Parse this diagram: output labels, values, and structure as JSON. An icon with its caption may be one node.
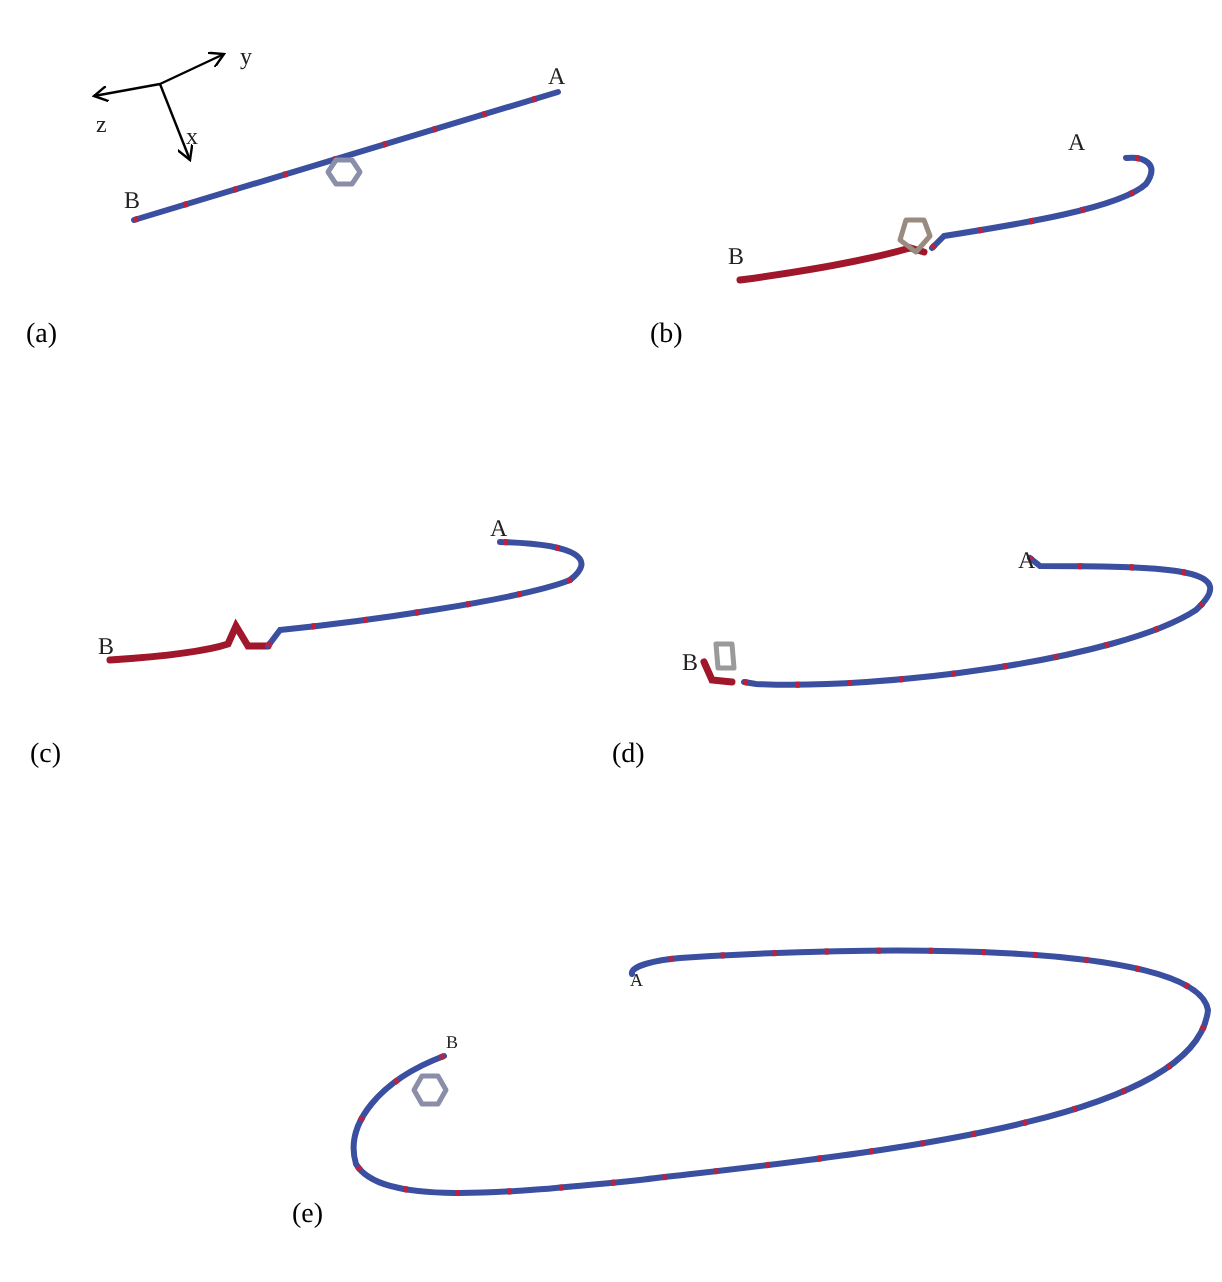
{
  "diagram": {
    "labels": [
      "y",
      "z",
      "x",
      "A",
      "B",
      "(a)",
      "A",
      "B",
      "(b)",
      "A",
      "B",
      "(c)",
      "A",
      "B",
      "(d)",
      "A",
      "B",
      "(e)"
    ]
  }
}
